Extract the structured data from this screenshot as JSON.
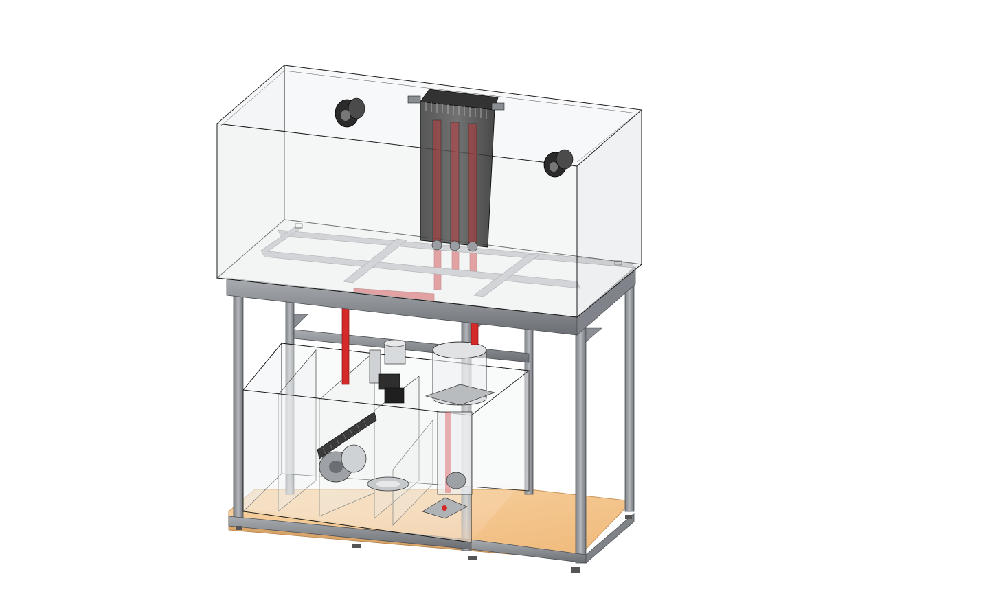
{
  "scene": {
    "subject": "aquarium-cabinet-assembly",
    "render_style": "isometric-cad-wireframe",
    "colors": {
      "background": "#ffffff",
      "glass_edge": "#1a1a1a",
      "glass_fill": "#e9ebed",
      "frame_steel": "#8e9297",
      "frame_steel_dark": "#5f6368",
      "plumbing_red": "#d42a2a",
      "wood_shelf": "#f6c98f",
      "wood_shelf_edge": "#d4a46c",
      "equipment_dark": "#2b2b2b",
      "sump_water_tint": "#fbe3cf"
    },
    "components": [
      {
        "id": "display-tank",
        "icon": "glass-tank"
      },
      {
        "id": "overflow-box",
        "icon": "overflow-box"
      },
      {
        "id": "wave-pump-left",
        "icon": "wave-pump"
      },
      {
        "id": "wave-pump-right",
        "icon": "wave-pump"
      },
      {
        "id": "steel-stand",
        "icon": "steel-frame"
      },
      {
        "id": "sump",
        "icon": "sump"
      },
      {
        "id": "protein-skimmer",
        "icon": "protein-skimmer"
      },
      {
        "id": "return-pump",
        "icon": "return-pump"
      },
      {
        "id": "filter-cup",
        "icon": "filter-cup"
      },
      {
        "id": "heater",
        "icon": "heater"
      },
      {
        "id": "shelf",
        "icon": "wood-shelf"
      }
    ]
  }
}
